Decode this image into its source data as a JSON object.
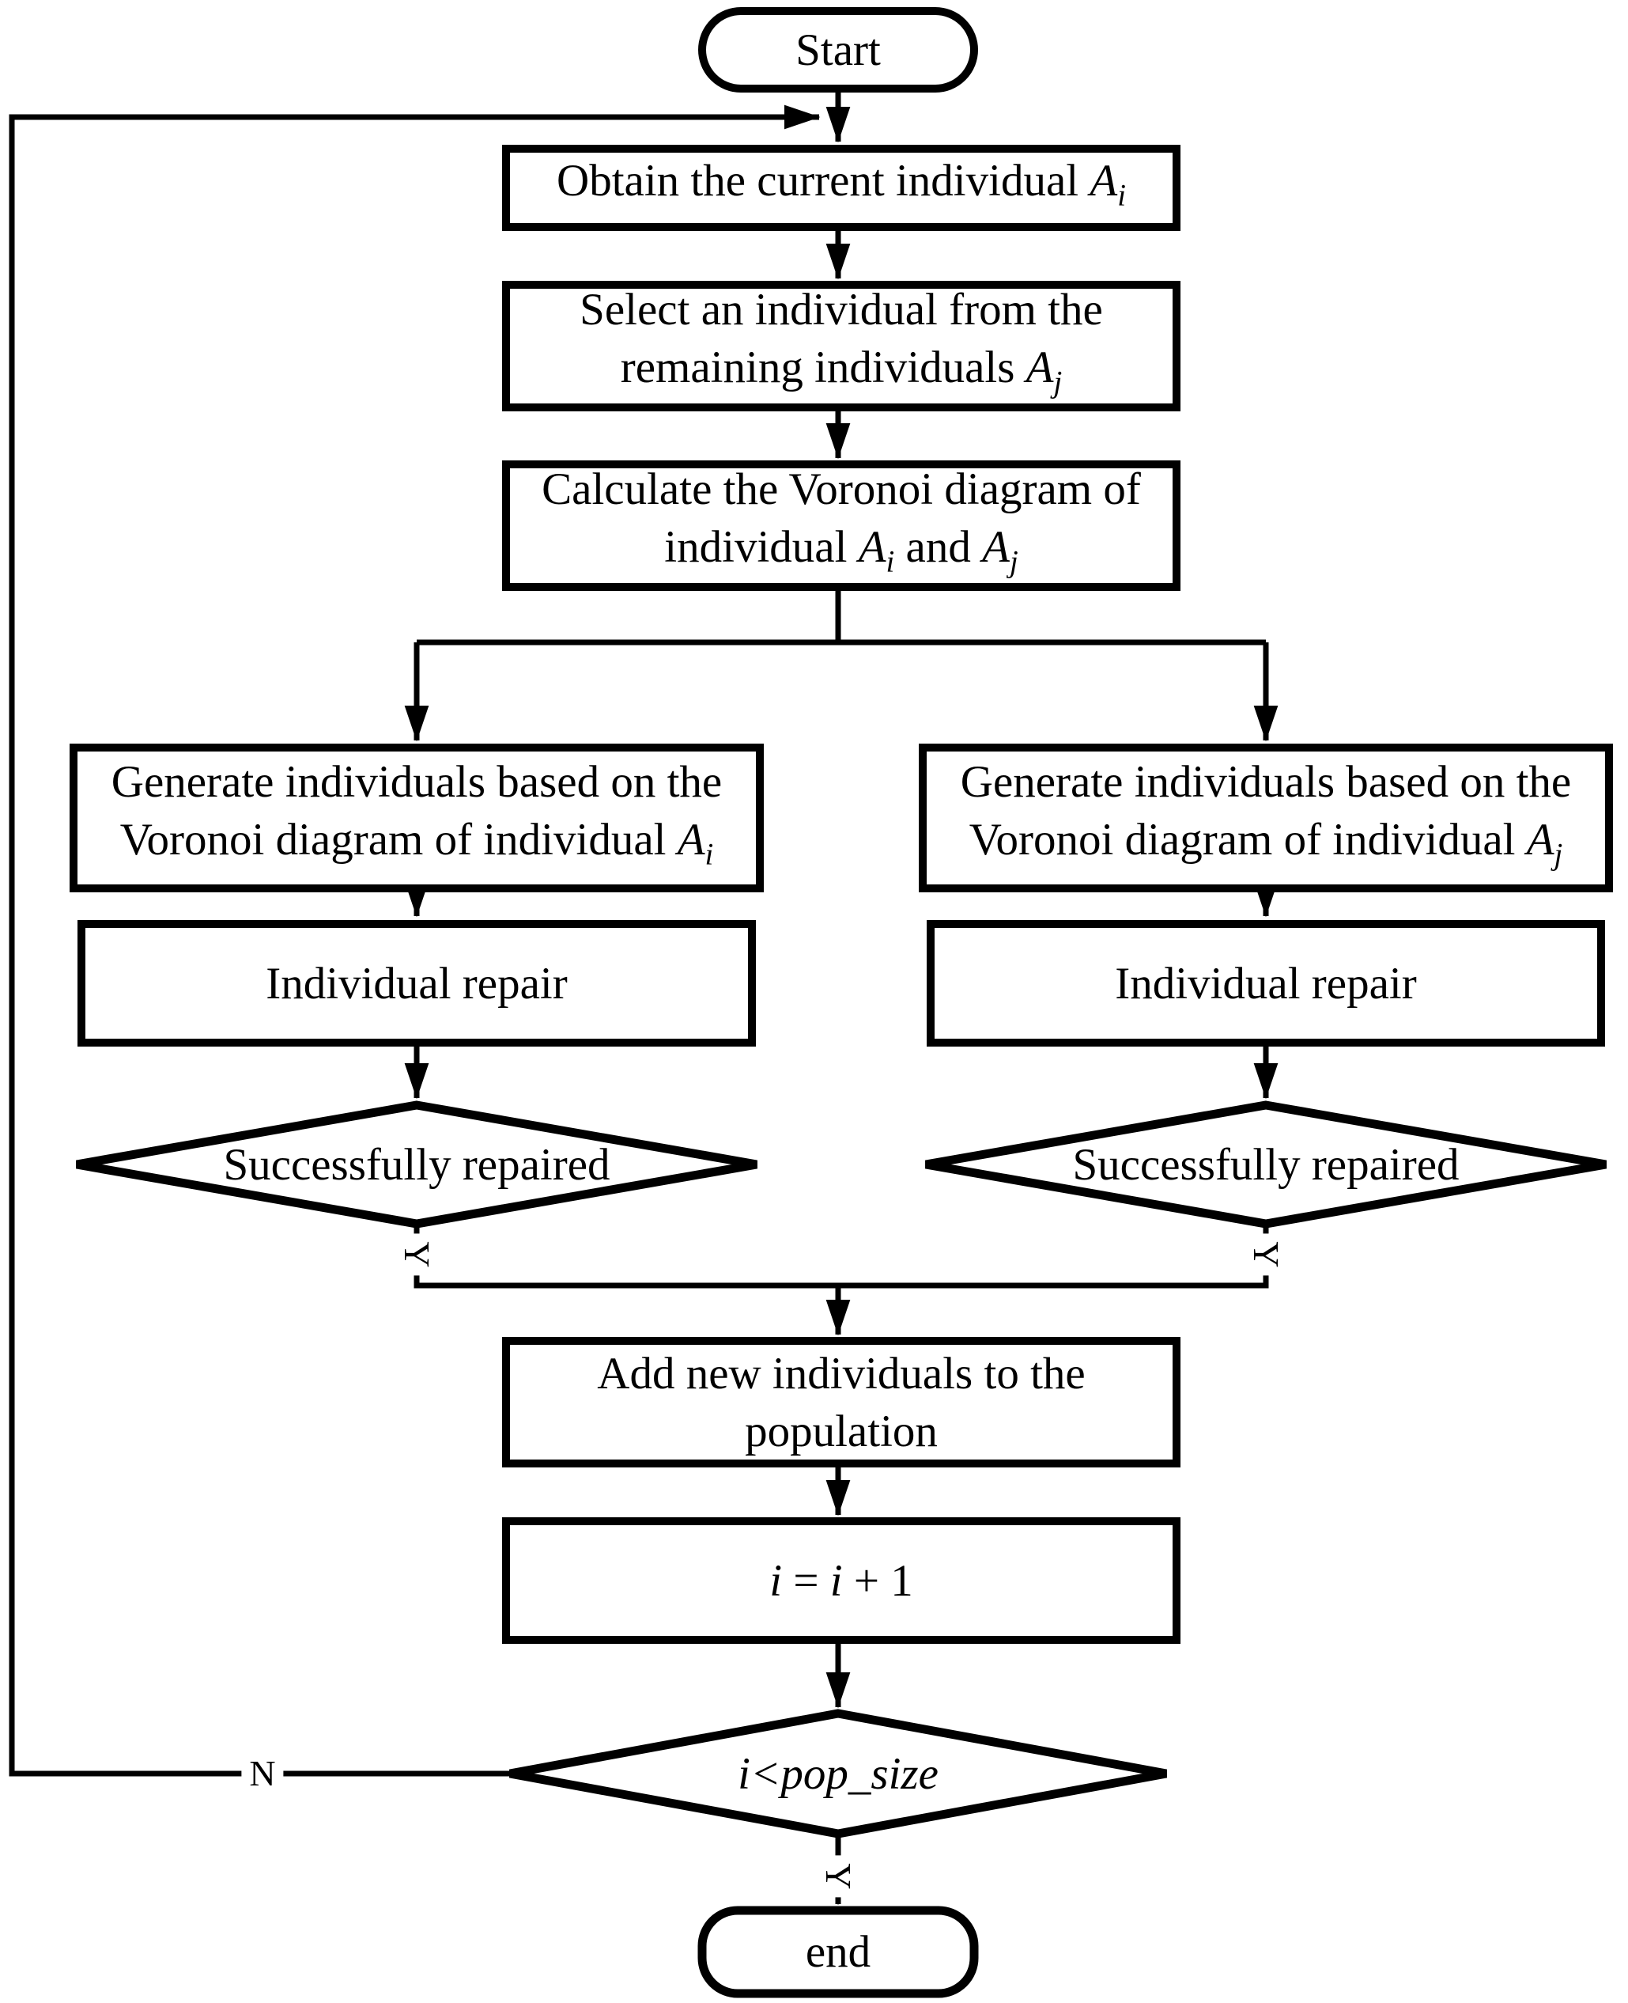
{
  "nodes": {
    "start": {
      "label": "Start"
    },
    "obtain": {
      "text": "Obtain the current individual ",
      "var": "A",
      "sub": "i"
    },
    "select": {
      "line1": "Select an individual from the",
      "line2": "remaining individuals ",
      "var": "A",
      "sub": "j"
    },
    "calc": {
      "line1": "Calculate the Voronoi diagram of",
      "line2_text1": "individual ",
      "var1": "A",
      "sub1": "i",
      "line2_text2": " and ",
      "var2": "A",
      "sub2": "j"
    },
    "generate_left": {
      "line1": "Generate individuals based on the",
      "line2": "Voronoi diagram of individual ",
      "var": "A",
      "sub": "i"
    },
    "generate_right": {
      "line1": "Generate individuals based on the",
      "line2": "Voronoi diagram of individual ",
      "var": "A",
      "sub": "j"
    },
    "repair_left": {
      "label": "Individual repair"
    },
    "repair_right": {
      "label": "Individual repair"
    },
    "check_left": {
      "label": "Successfully repaired"
    },
    "check_right": {
      "label": "Successfully repaired"
    },
    "add": {
      "line1": "Add new individuals to the",
      "line2": "population"
    },
    "increment": {
      "var1": "i",
      "eq": " = ",
      "var2": "i",
      "plus": " + 1"
    },
    "loop_check": {
      "expr": "i<pop_size"
    },
    "end": {
      "label": "end"
    }
  },
  "edge_labels": {
    "yes_left": "Y",
    "yes_right": "Y",
    "yes_end": "Y",
    "no": "N"
  },
  "colors": {
    "stroke": "#000000",
    "background": "#ffffff"
  }
}
